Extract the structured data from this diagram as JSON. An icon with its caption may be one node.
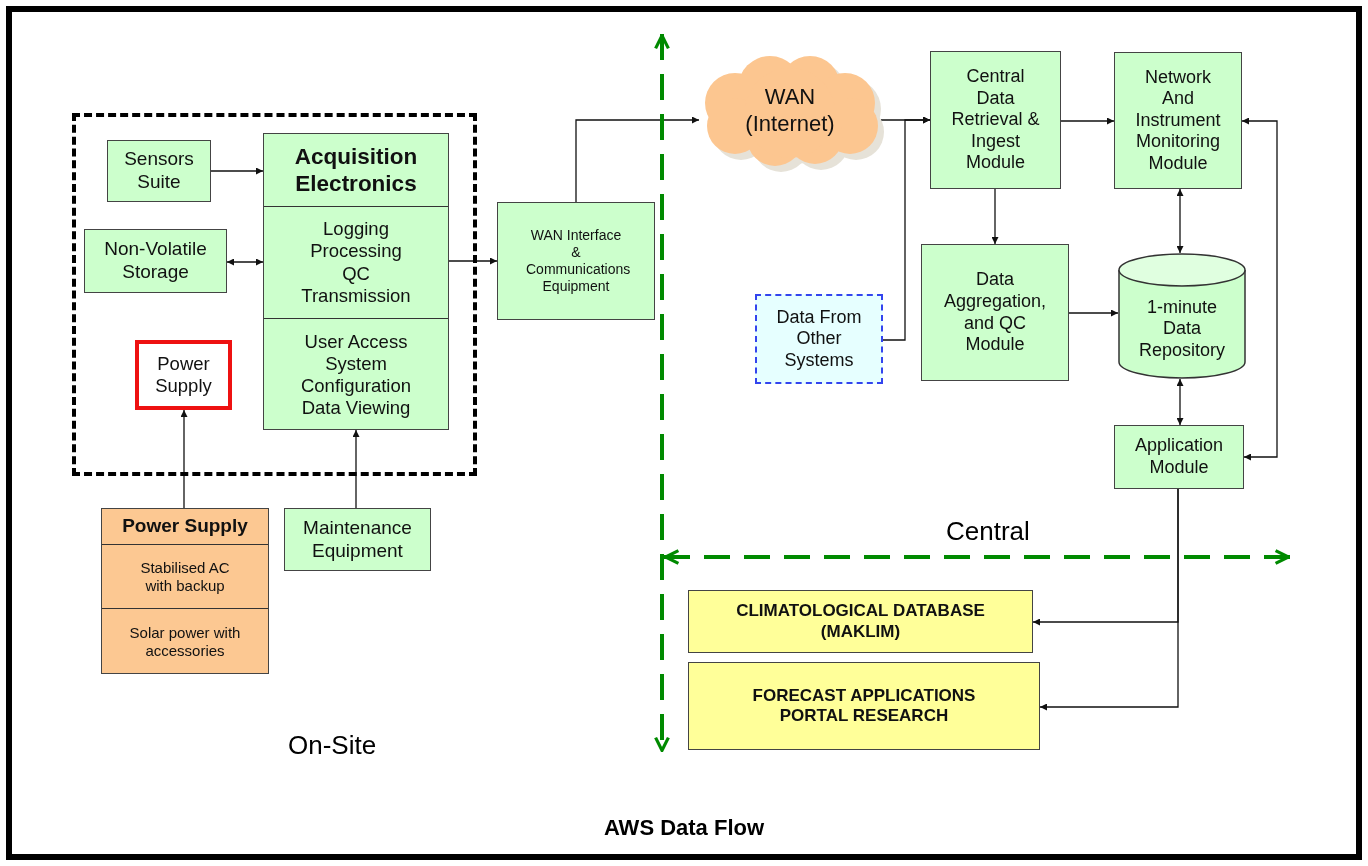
{
  "diagram": {
    "caption": "AWS Data Flow",
    "nodes": [
      {
        "text": [],
        "shape": "box"
      },
      {
        "text": [
          "Sensors Suite"
        ],
        "in": 0
      },
      {
        "text": [
          "Acquisition Electronics",
          "Logging Processing QC Transmission",
          "User Access System Configuration Data Viewing"
        ],
        "in": 0
      },
      {
        "text": [
          "Non-Volatile Storage"
        ],
        "in": 0
      },
      {
        "text": [
          "Power Supply"
        ],
        "in": 0
      },
      {
        "text": [
          "Power Supply",
          "Stabilised AC with backup",
          "Solar power with accessories"
        ]
      },
      {
        "text": [
          "Maintenance Equipment"
        ]
      },
      {
        "text": [
          "WAN Interface & Communications Equipment"
        ]
      },
      {
        "text": [
          "WAN (Internet)"
        ]
      },
      {
        "text": [
          "Central Data Retrieval & Ingest Module"
        ]
      },
      {
        "text": [
          "Network And Instrument Monitoring Module"
        ]
      },
      {
        "text": [
          "Data From Other Systems"
        ]
      },
      {
        "text": [
          "Data Aggregation, and QC Module"
        ]
      },
      {
        "text": [
          "1-minute Data Repository"
        ]
      },
      {
        "text": [
          "Application Module"
        ]
      },
      {
        "text": [
          "CLIMATOLOGICAL DATABASE (MAKLIM)"
        ]
      },
      {
        "text": [
          "FORECAST APPLICATIONS PORTAL RESEARCH"
        ]
      }
    ],
    "edges": [
      {
        "from": 1,
        "to": 2,
        "arrow": "to"
      },
      {
        "from": 3,
        "to": 2,
        "arrow": "both"
      },
      {
        "from": 5,
        "to": 4,
        "arrow": "to"
      },
      {
        "from": 6,
        "to": 2,
        "arrow": "to"
      },
      {
        "from": 2,
        "to": 7,
        "arrow": "to"
      },
      {
        "from": 7,
        "to": 8,
        "arrow": "to"
      },
      {
        "from": 8,
        "to": 9,
        "arrow": "to"
      },
      {
        "from": 11,
        "to": 9,
        "arrow": "to"
      },
      {
        "from": 9,
        "to": 10,
        "arrow": "to"
      },
      {
        "from": 9,
        "to": 12,
        "arrow": "to"
      },
      {
        "from": 12,
        "to": 13,
        "arrow": "to"
      },
      {
        "from": 10,
        "to": 13,
        "arrow": "both"
      },
      {
        "from": 13,
        "to": 14,
        "arrow": "both"
      },
      {
        "from": 10,
        "to": 14,
        "arrow": "both"
      },
      {
        "from": 14,
        "to": 15,
        "arrow": "to"
      },
      {
        "from": 14,
        "to": 16,
        "arrow": "to"
      }
    ],
    "labels": [
      "Central",
      "On-Site"
    ]
  }
}
